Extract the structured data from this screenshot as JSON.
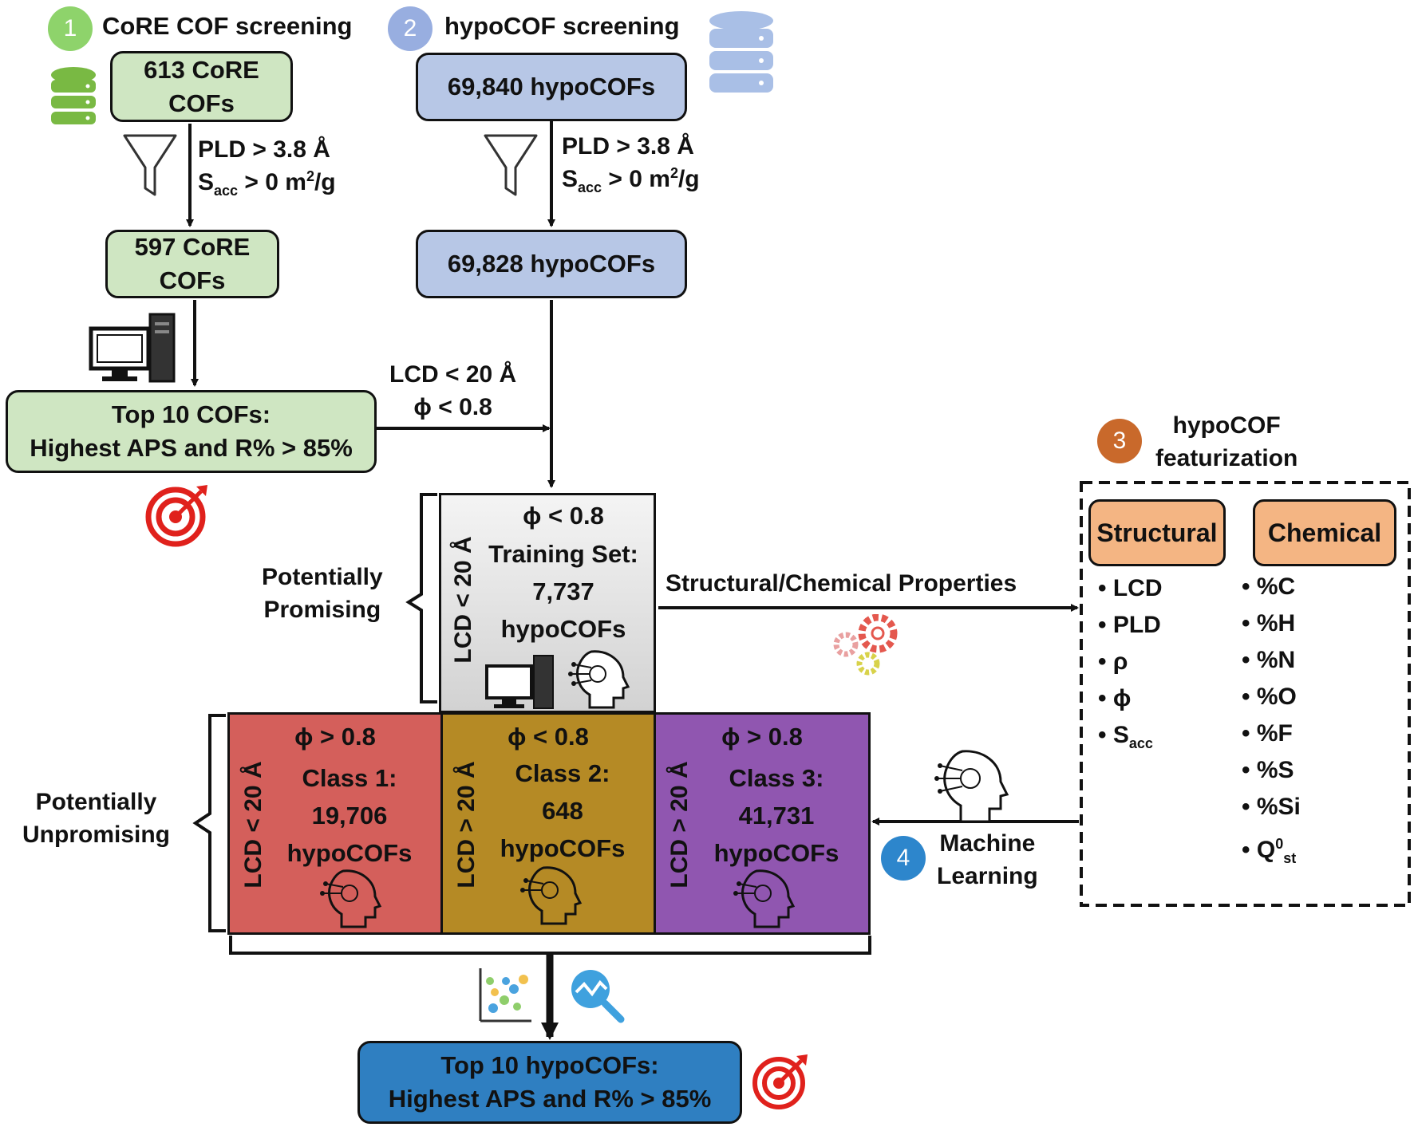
{
  "steps": {
    "step1": {
      "number": "1",
      "label": "CoRE COF screening"
    },
    "step2": {
      "number": "2",
      "label": "hypoCOF screening"
    },
    "step3": {
      "number": "3",
      "label_line1": "hypoCOF",
      "label_line2": "featurization"
    },
    "step4": {
      "number": "4",
      "label_line1": "Machine",
      "label_line2": "Learning"
    }
  },
  "core_branch": {
    "box1_line1": "613 CoRE",
    "box1_line2": "COFs",
    "filter_line1": "PLD > 3.8 Å",
    "filter_line2_main": "S",
    "filter_line2_sub": "acc",
    "filter_line2_rest": " > 0 m",
    "filter_line2_sup": "2",
    "filter_line2_end": "/g",
    "box2_line1": "597 CoRE",
    "box2_line2": "COFs",
    "box3_line1": "Top 10 COFs:",
    "box3_line2": "Highest APS and R% > 85%"
  },
  "hypo_branch": {
    "box1": "69,840 hypoCOFs",
    "filter_line1": "PLD > 3.8 Å",
    "filter_line2_main": "S",
    "filter_line2_sub": "acc",
    "filter_line2_rest": " > 0 m",
    "filter_line2_sup": "2",
    "filter_line2_end": "/g",
    "box2": "69,828 hypoCOFs"
  },
  "transfer_criteria": {
    "line1": "LCD < 20 Å",
    "line2": "ϕ < 0.8"
  },
  "training": {
    "phi": "ϕ < 0.8",
    "lcd": "LCD < 20 Å",
    "line1": "Training Set:",
    "line2": "7,737",
    "line3": "hypoCOFs"
  },
  "promising_label": {
    "line1": "Potentially",
    "line2": "Promising"
  },
  "unpromising_label": {
    "line1": "Potentially",
    "line2": "Unpromising"
  },
  "classes": [
    {
      "phi": "ϕ > 0.8",
      "lcd": "LCD < 20 Å",
      "line1": "Class 1:",
      "line2": "19,706",
      "line3": "hypoCOFs",
      "color": "#d45f5b"
    },
    {
      "phi": "ϕ < 0.8",
      "lcd": "LCD > 20 Å",
      "line1": "Class 2:",
      "line2": "648",
      "line3": "hypoCOFs",
      "color": "#b58a25"
    },
    {
      "phi": "ϕ > 0.8",
      "lcd": "LCD > 20 Å",
      "line1": "Class 3:",
      "line2": "41,731",
      "line3": "hypoCOFs",
      "color": "#9056b0"
    }
  ],
  "properties_arrow_label": "Structural/Chemical Properties",
  "featurization": {
    "structural_header": "Structural",
    "chemical_header": "Chemical",
    "structural_items": [
      "LCD",
      "PLD",
      "ρ",
      "ϕ"
    ],
    "structural_sacc_main": "S",
    "structural_sacc_sub": "acc",
    "chemical_items": [
      "%C",
      "%H",
      "%N",
      "%O",
      "%F",
      "%S",
      "%Si"
    ],
    "chemical_q_main": "Q",
    "chemical_q_sup": "0",
    "chemical_q_sub": "st"
  },
  "final_box": {
    "line1": "Top 10 hypoCOFs:",
    "line2": "Highest APS and R% > 85%"
  },
  "colors": {
    "green_box": "#cfe6c2",
    "blue_box": "#b7c7e6",
    "final_box": "#2f7fc1",
    "step1_circle": "#8ed36b",
    "step2_circle": "#98aee0",
    "step3_circle": "#c9692b",
    "step4_circle": "#2d86cc",
    "feature_tag": "#f4b583",
    "target_red": "#e0211c"
  },
  "icons": [
    "database-icon",
    "filter-icon",
    "computer-icon",
    "target-icon",
    "ai-head-icon",
    "gears-icon",
    "scatter-plot-icon",
    "magnifier-chart-icon"
  ]
}
